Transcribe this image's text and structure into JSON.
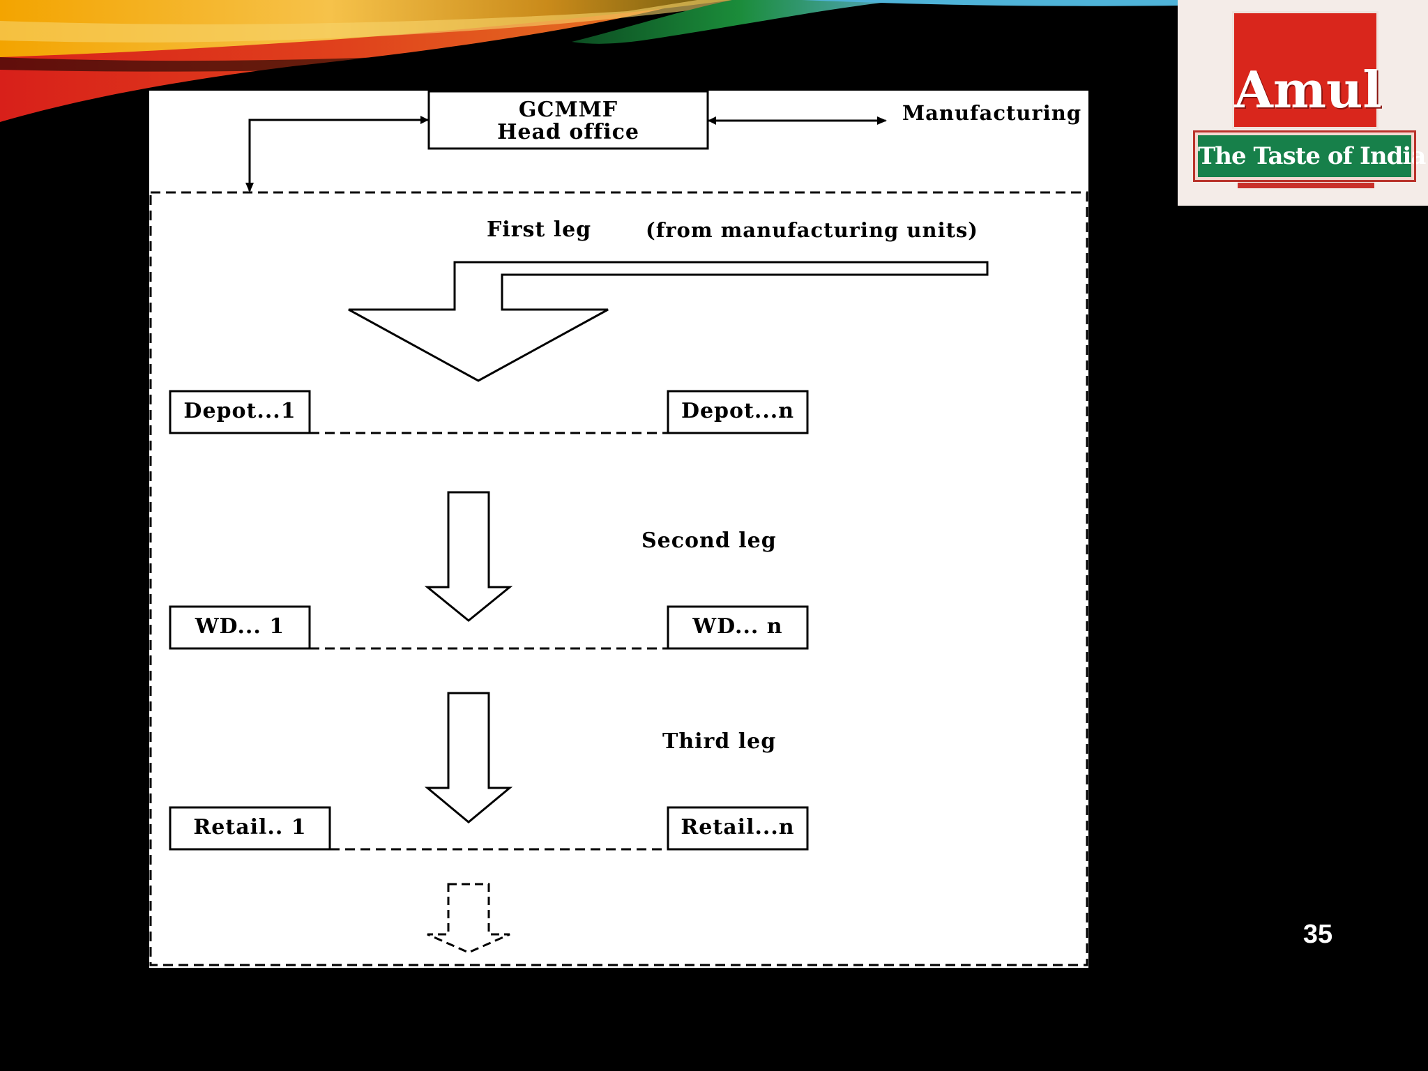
{
  "logo": {
    "brand": "Amul",
    "tagline": "The Taste of India"
  },
  "diagram": {
    "head_office": {
      "line1": "GCMMF",
      "line2": "Head office"
    },
    "manufacturing": "Manufacturing",
    "first_leg": "First leg",
    "first_leg_note": "(from manufacturing units)",
    "second_leg": "Second leg",
    "third_leg": "Third leg",
    "depot_1": "Depot...1",
    "depot_n": "Depot...n",
    "wd_1": "WD... 1",
    "wd_n": "WD... n",
    "retail_1": "Retail.. 1",
    "retail_n": "Retail...n"
  },
  "slide_number": "35"
}
